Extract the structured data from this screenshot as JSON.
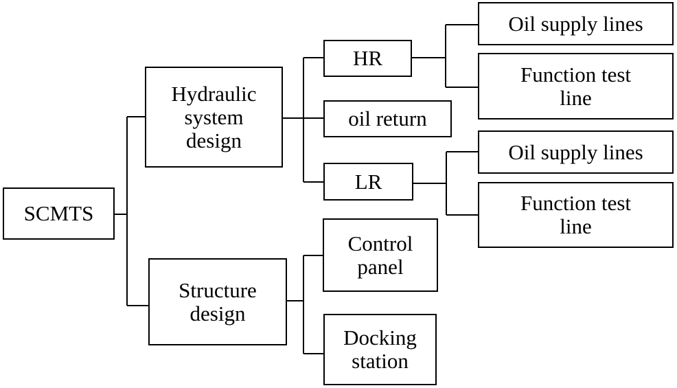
{
  "nodes": {
    "root": {
      "lines": [
        "SCMTS"
      ]
    },
    "hydraulic": {
      "lines": [
        "Hydraulic",
        "system",
        "design"
      ]
    },
    "structure": {
      "lines": [
        "Structure",
        "design"
      ]
    },
    "hr": {
      "lines": [
        "HR"
      ]
    },
    "oil_return": {
      "lines": [
        "oil return"
      ]
    },
    "lr": {
      "lines": [
        "LR"
      ]
    },
    "hr_oil_supply": {
      "lines": [
        "Oil supply lines"
      ]
    },
    "hr_function_test": {
      "lines": [
        "Function test",
        "line"
      ]
    },
    "lr_oil_supply": {
      "lines": [
        "Oil supply lines"
      ]
    },
    "lr_function_test": {
      "lines": [
        "Function test",
        "line"
      ]
    },
    "control_panel": {
      "lines": [
        "Control",
        "panel"
      ]
    },
    "docking_station": {
      "lines": [
        "Docking",
        "station"
      ]
    }
  },
  "colors": {
    "stroke": "#000000",
    "fill": "#ffffff",
    "text": "#000000"
  }
}
